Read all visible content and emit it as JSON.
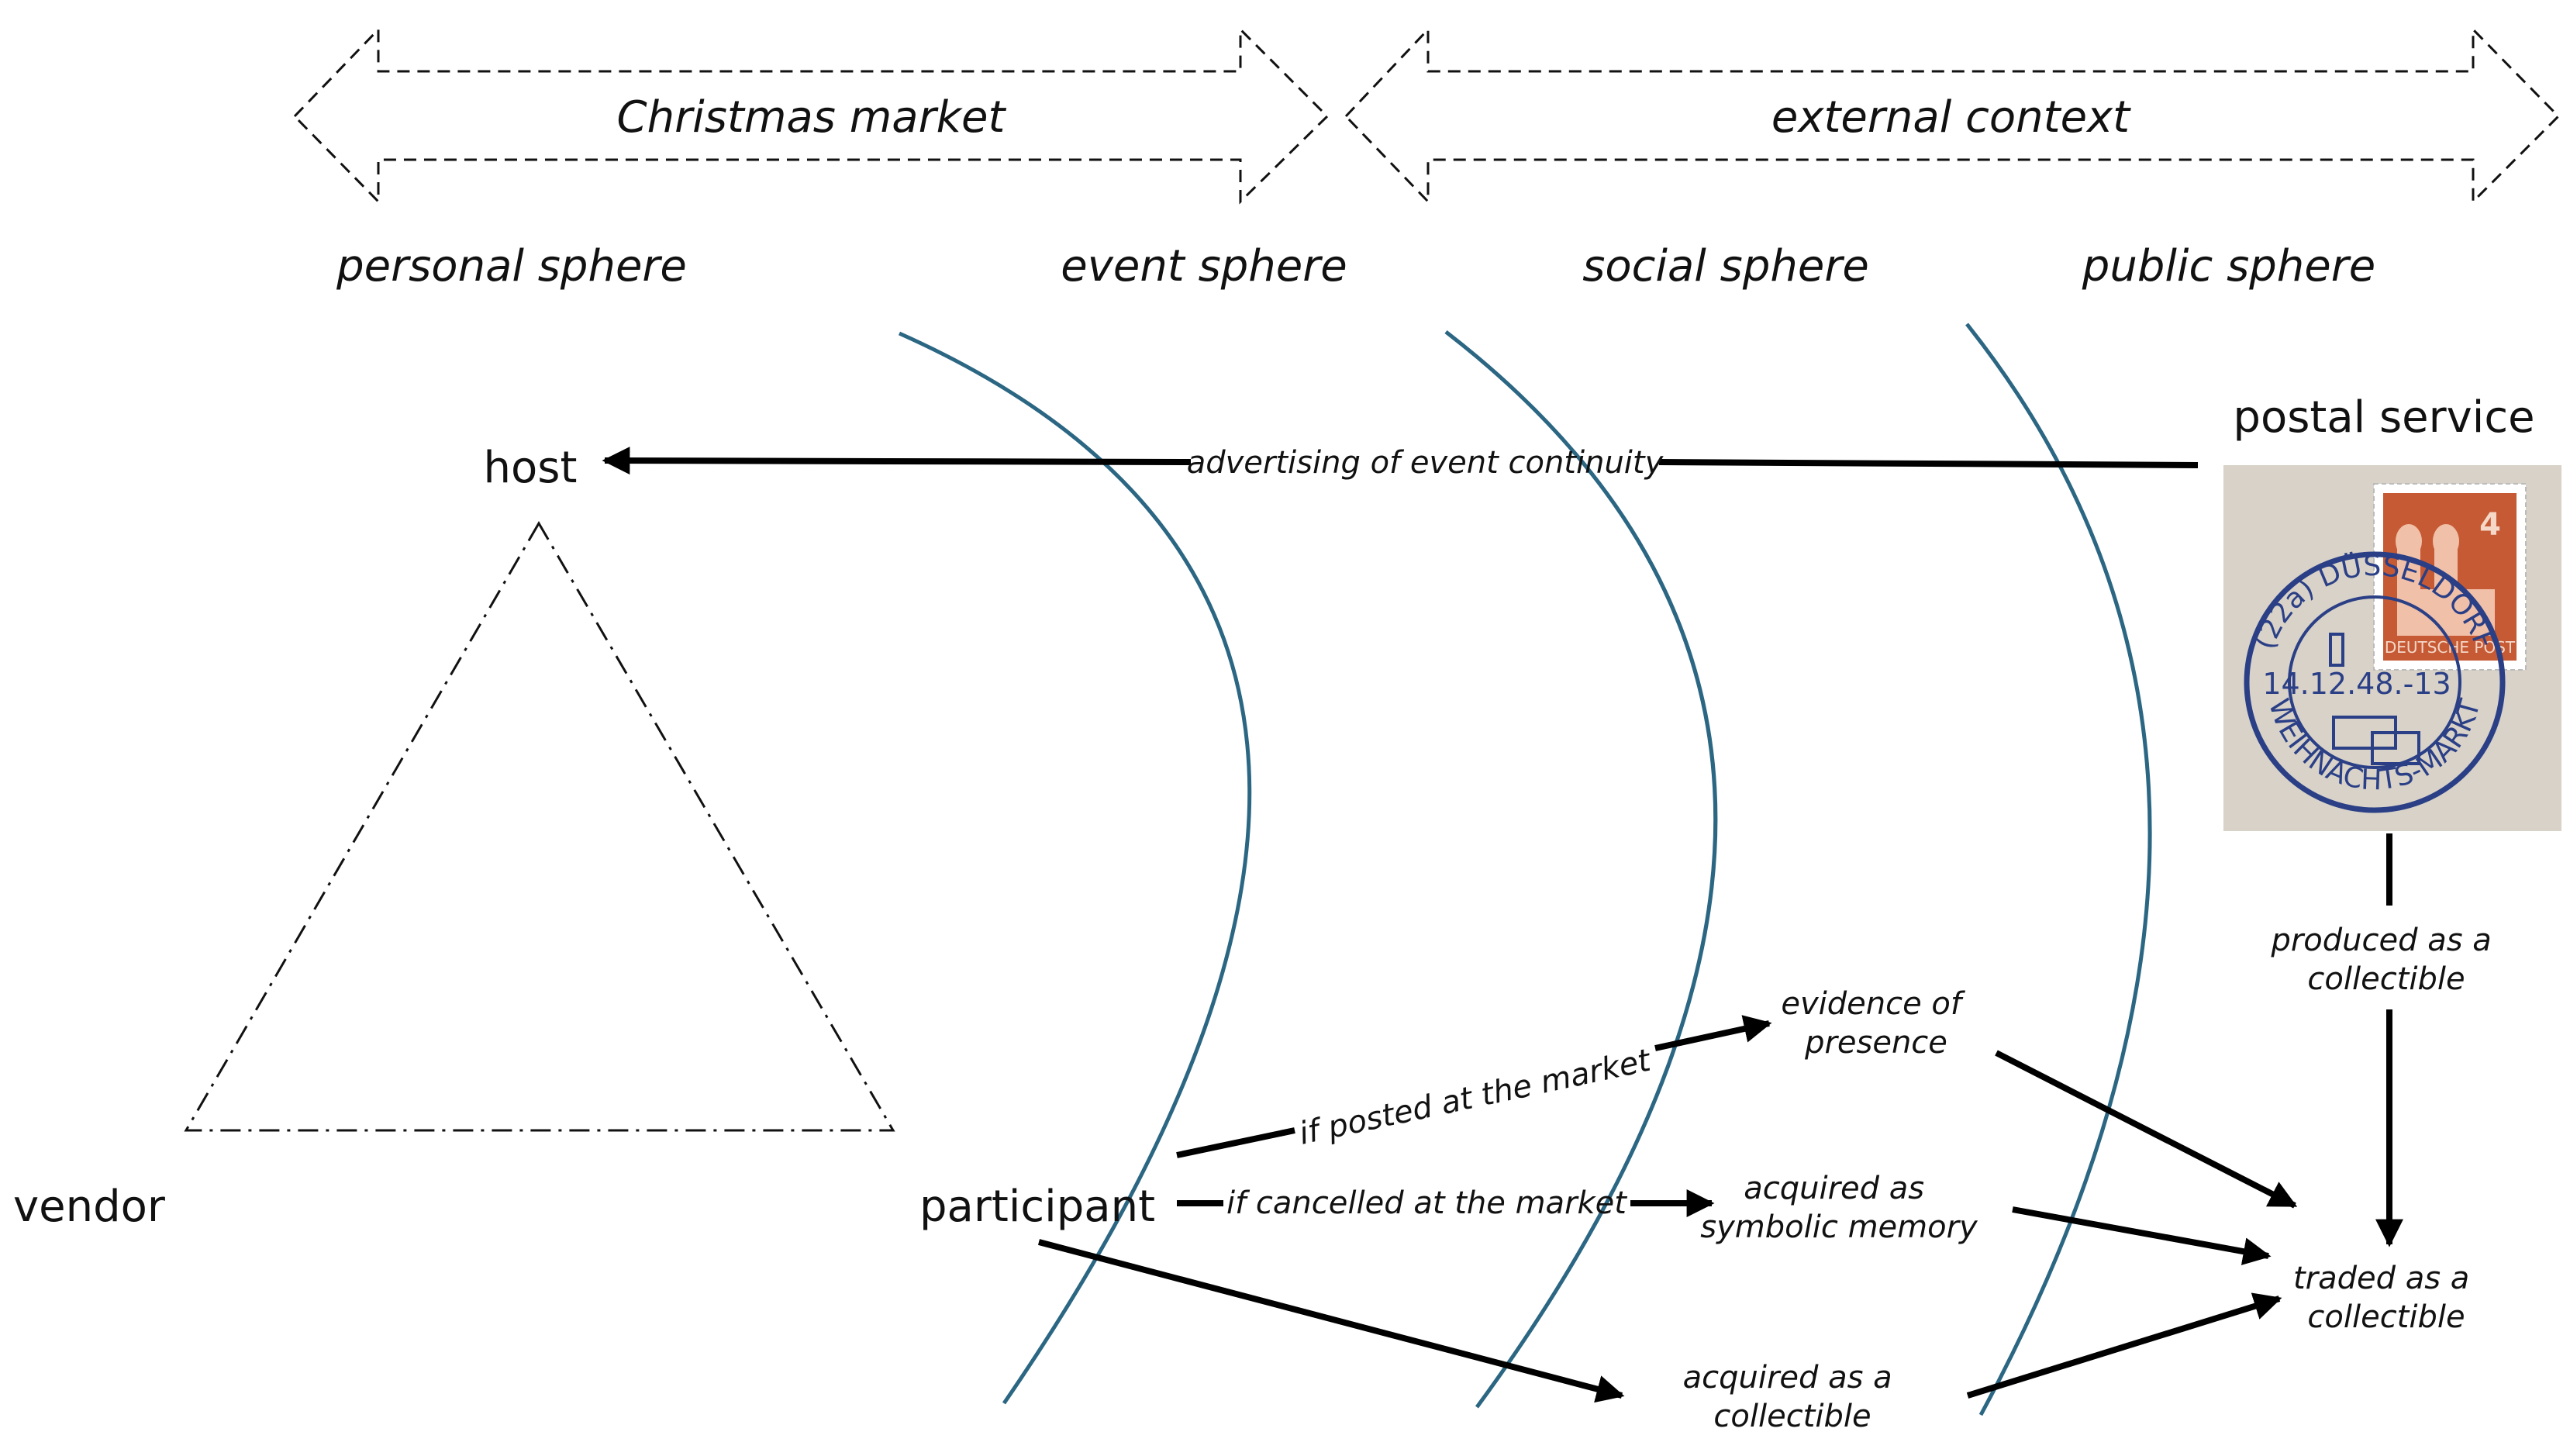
{
  "banners": {
    "left": "Christmas market",
    "right": "external context"
  },
  "spheres": {
    "personal": "personal sphere",
    "event": "event sphere",
    "social": "social sphere",
    "public": "public sphere"
  },
  "actors": {
    "host": "host",
    "vendor": "vendor",
    "participant": "participant",
    "postal_service": "postal service"
  },
  "edges": {
    "advertising": "advertising of event continuity",
    "posted": "if posted at the market",
    "cancelled": "if cancelled at the market",
    "produced": [
      "produced as a",
      "collectible"
    ]
  },
  "outcomes": {
    "evidence": [
      "evidence of",
      "presence"
    ],
    "symbolic": [
      "acquired as",
      "symbolic memory"
    ],
    "collectible": [
      "acquired as a",
      "collectible"
    ],
    "traded": [
      "traded as a",
      "collectible"
    ]
  },
  "stamp": {
    "postmark_top": "(22a) DÜSSELDORF",
    "postmark_bottom": "WEIHNACHTS-MARKT",
    "date": "14.12.48.-13",
    "denomination": "4",
    "stamp_text": "DEUTSCHE POST",
    "paper_color": "#d8d2c8",
    "stamp_color": "#c65a35",
    "ink_color": "#2a3f86"
  },
  "colors": {
    "arc": "#2b6683",
    "arrow": "#000000"
  }
}
